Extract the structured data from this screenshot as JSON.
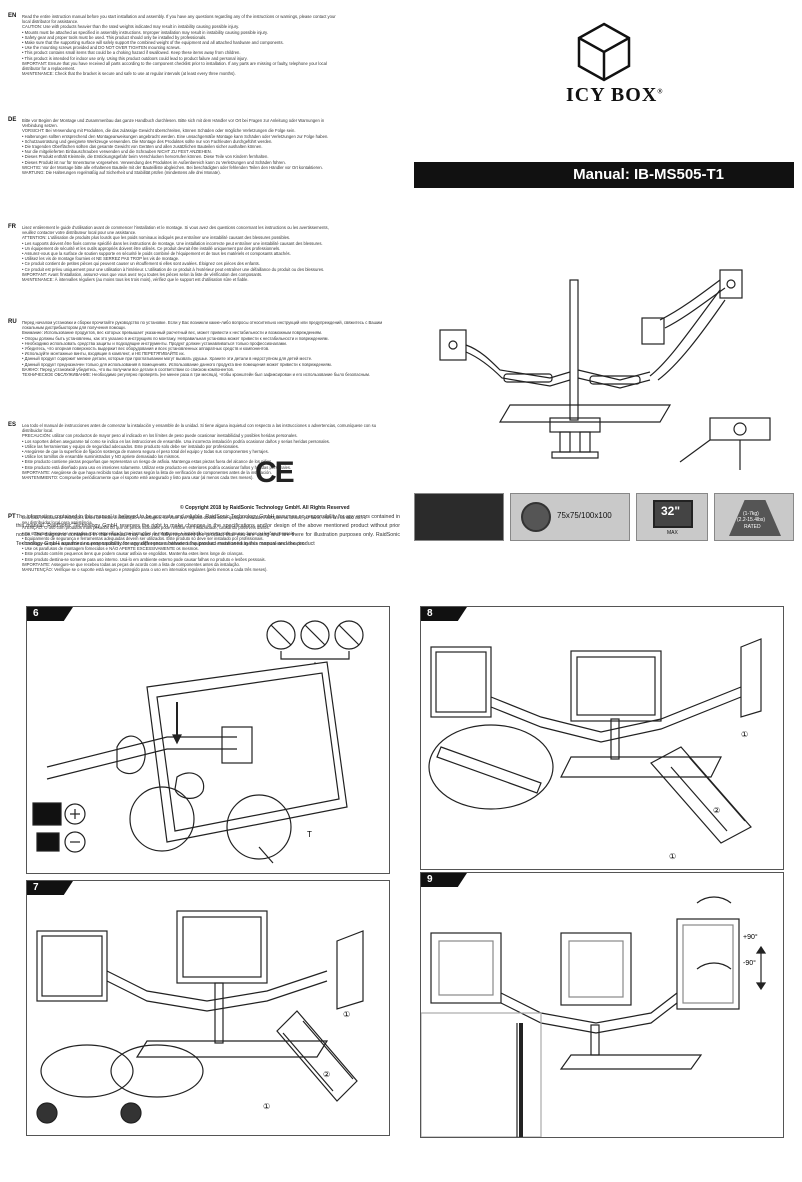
{
  "safety": [
    {
      "code": "EN",
      "lines": [
        "Read the entire instruction manual before you start installation and assembly. If you have any questions regarding any of the instructions or warnings, please contact your",
        "local distributor for assistance.",
        "CAUTION: Use with products heavier than the rated weights indicated may result in instability causing possible injury.",
        "• Mounts must be attached as specified in assembly instructions. Improper installation may result in instability causing possible injury.",
        "• Safety gear and proper tools must be used. This product should only be installed by professionals.",
        "• Make sure that the supporting surface will safely support the combined weight of the equipment and all attached hardware and components.",
        "• Use the mounting screws provided and DO NOT OVER TIGHTEN mounting screws.",
        "• This product contains small items that could be a choking hazard if swallowed. Keep these items away from children.",
        "• This product is intended for indoor use only. Using this product outdoors could lead to product failure and personal injury.",
        "IMPORTANT: Ensure that you have received all parts according to the component checklist prior to installation. If any parts are missing or faulty, telephone your local",
        "distributor for a replacement.",
        "MAINTENANCE: Check that the bracket is secure and safe to use at regular intervals (at least every three months)."
      ]
    },
    {
      "code": "DE",
      "lines": [
        "Bitte vor Beginn der Montage und Zusammenbau das ganze Handbuch durchlesen. Bitte sich mit dem Händler vor Ort bei Fragen zur Anleitung oder Warnungen in",
        "Verbindung setzen.",
        "VORSICHT: Bei Verwendung mit Produkten, die das zulässige Gewicht überschreiten, können Schäden oder mögliche Verletzungen die Folge sein.",
        "• Halterungen sollten entsprechend den Montageanweisungen angebracht werden. Eine unsachgemäße Montage kann Schäden oder Verletzungen zur Folge haben.",
        "• Schutzausrüstung und geeignete Werkzeuge verwenden. Die Montage des Produktes sollte nur von Fachleuten durchgeführt werden.",
        "• Die tragenden Oberflächen sollten das gesamte Gewicht von Geräten und allen zusätzlichen Bauteilen sicher aushalten können.",
        "• Nur die mitgelieferten Einbauschrauben verwenden und die Schrauben NICHT ZU FEST ANZIEHEN.",
        "• Dieses Produkt enthält Kleinteile, die Erstickungsgefahr beim Verschlucken hervorrufen können. Diese Teile von Kindern fernhalten.",
        "• Dieses Produkt ist nur für Innenräume vorgesehen. Verwendung des Produktes im Außenbereich kann zu Verletzungen und Schäden führen.",
        "WICHTIG: Vor der Montage bitte alle erhaltenen Bauteile mit der Bauteilliste abgleichen. Bei beschädigten oder fehlenden Teilen den Händler vor Ort kontaktieren.",
        "WARTUNG: Die Halterungen regelmäßig auf Sicherheit und Stabilität prüfen (mindestens alle drei Monate)."
      ]
    },
    {
      "code": "FR",
      "lines": [
        "Lisez entièrement le guide d'utilisation avant de commencer l'installation et le montage. Si vous avez des questions concernant les instructions ou les avertissements,",
        "veuillez contacter votre distributeur local pour une assistance.",
        "ATTENTION: L'utilisation de produits plus lourds que les poids nominaux indiqués peut entraîner une instabilité causant des blessures possibles.",
        "• Les supports doivent être fixés comme spécifié dans les instructions de montage. Une installation incorrecte peut entraîner une instabilité causant des blessures.",
        "• Un équipement de sécurité et les outils appropriés doivent être utilisés. Ce produit devrait être installé uniquement par des professionnels.",
        "• Assurez-vous que la surface de soutien supporte en sécurité le poids combiné de l'équipement et de tous les matériels et composants attachés.",
        "• Utilisez les vis de montage fournies et NE SERREZ PAS TROP les vis de montage.",
        "• Ce produit contient de petites pièces qui peuvent causer un étouffement si elles sont avalées. Éloignez ces pièces des enfants.",
        "• Ce produit est prévu uniquement pour une utilisation à l'intérieur. L'utilisation de ce produit à l'extérieur peut entraîner une défaillance du produit ou des blessures.",
        "IMPORTANT: Avant l'installation, assurez-vous que vous avez reçu toutes les pièces selon la liste de vérification des composants.",
        "MAINTENANCE: À intervalles réguliers (au moins tous les trois mois), vérifiez que le support est d'utilisation sûre et fiable."
      ]
    },
    {
      "code": "RU",
      "lines": [
        "Перед началом установки и сборки прочитайте руководство по установке. Если у Вас возникли какие-либо вопросы относительно инструкций или предупреждений, свяжитесь с Вашим",
        "локальным дистрибьютором для получения помощи.",
        "Внимание: Использование продуктов, вес которых превышает указанный расчетный вес, может привести к нестабильности и возможным повреждениям.",
        "• Опоры должны быть установлены, как это указано в инструкциях по монтажу. Неправильная установка может привести к нестабильности и повреждениям.",
        "• Необходимо использовать средства защиты и подходящие инструменты. Продукт должен устанавливаться только профессионалами.",
        "• Убедитесь, что опорная поверхность выдержит вес оборудования и всех установленных аппаратных средств и компонентов.",
        "• Используйте монтажные винты, входящие в комплект, и НЕ ПЕРЕТЯГИВАЙТЕ их.",
        "• Данный продукт содержит мелкие детали, которые при проглатывании могут вызвать удушье. Храните эти детали в недоступном для детей месте.",
        "• Данный продукт предназначен только для использования в помещениях. Использование данного продукта вне помещения может привести к повреждениям.",
        "ВАЖНО: Перед установкой убедитесь, что вы получили все детали в соответствии со списком компонентов.",
        "ТЕХНИЧЕСКОЕ ОБСЛУЖИВАНИЕ: Необходимо регулярно проверять (не менее раза в три месяца), чтобы кронштейн был зафиксирован и его использование было безопасным."
      ]
    },
    {
      "code": "ES",
      "lines": [
        "Lea todo el manual de instrucciones antes de comenzar la instalación y ensamble de la unidad. Si tiene alguna inquietud con respecto a las instrucciones o advertencias, comuníquese con su",
        "distribuidor local.",
        "PRECAUCIÓN: utilizar con productos de mayor peso al indicado en los límites de peso puede ocasionar inestabilidad y posibles heridas personales.",
        "• Los soportes deben asegurarse tal como se indica en las instrucciones de ensamble. Una incorrecta instalación podría ocasionar daños y serias heridas personales.",
        "• Utilice las herramientas y equipo de seguridad adecuados. Este producto solo debe ser instalado por profesionales.",
        "• Asegúrese de que la superficie de fijación sostenga de manera segura el peso total del equipo y todas sus componentes y herrajes.",
        "• Utilice los tornillos de ensamble suministrados y NO apriete demasiado los mismos.",
        "• Este producto contiene piezas pequeñas que representan un riesgo de asfixia. Mantenga estas piezas fuera del alcance de los niños.",
        "• Este producto está diseñado para uso en interiores solamente. Utilizar este producto en exteriores podría ocasionar fallos y heridas personales.",
        "IMPORTANTE: Asegúrese de que haya recibido todas las piezas según la lista de verificación de componentes antes de la instalación.",
        "MANTENIMIENTO: Compruebe periódicamente que el soporte esté asegurado y listo para usar (al menos cada tres meses)."
      ]
    },
    {
      "code": "PT",
      "lines": [
        "Leia todo o manual de instruções antes de iniciar a instalação e montagem. Se você tiver alguma dúvida sobre qualquer uma das instruções ou avisos, por favor, entre em contato com o",
        "seu distribuidor local para assistência.",
        "ATENÇÃO: O uso com produtos mais pesados do que os pesos indicados pode resultar em instabilidade, causando possíveis danos.",
        "• Os suportes devem ser anexados como especificado nas instruções de montagem. A instalação incorreta pode causar danos ou lesões pessoais.",
        "• Equipamento de segurança e ferramentas adequadas devem ser utilizados. Este produto só deve ser instalado por profissionais.",
        "• Certifique-se que a superfície de suporte suportará com segurança o peso combinado do equipamento e todas as ferragens e componentes anexados.",
        "• Use os parafusos de montagem fornecidos e NÃO APERTE EXCESSIVAMENTE os mesmos.",
        "• Este produto contém pequenos itens que podem causar asfixia se engolidos. Mantenha estes itens longe de crianças.",
        "• Este produto destina-se somente para uso interno. Usá-lo em ambiente externo pode causar falhas no produto e lesões pessoais.",
        "IMPORTANTE: Assegure-se que recebeu todas as peças de acordo com a lista de componentes antes da instalação.",
        "MANUTENÇÃO: Verifique se o suporte está seguro e protegido para o uso em intervalos regulares (pelo menos a cada três meses)."
      ]
    }
  ],
  "ce_mark": "CE",
  "copyright": "© Copyright 2018 by RaidSonic Technology GmbH. All Rights Reserved",
  "legal": "The information contained in this manual is believed to be accurate and reliable. RaidSonic Technology GmbH assumes no responsibility for any errors contained in this manual. RaidSonic Technology GmbH reserves the right to make changes in the specifications and/or design of the above mentioned product without prior notice. The diagrams contained in this manual may also not fully represent the product that you are using and are there for illustration purposes only. RaidSonic Technology GmbH assumes no responsibility for any differences between the product mentioned in this manual and the product",
  "brand": {
    "name": "ICY BOX",
    "reg": "®"
  },
  "manual_title": "Manual: IB-MS505-T1",
  "specs": {
    "vesa": "75x75/100x100",
    "screen_size": "32\"",
    "screen_note": "MAX",
    "weight_line1": "(1-7kg)",
    "weight_line2": "(2.2-15.4lbs)",
    "weight_line3": "RATED"
  },
  "steps": [
    {
      "num": "6"
    },
    {
      "num": "7"
    },
    {
      "num": "8"
    },
    {
      "num": "9"
    }
  ],
  "step6_labels": {
    "tool": "T"
  },
  "step8_labels": {
    "c1a": "①",
    "c2": "②",
    "c1b": "①"
  },
  "step7_labels": {
    "c1": "①",
    "c2": "②",
    "c1b": "①"
  },
  "step9_labels": {
    "plus": "+90°",
    "minus": "-90°"
  },
  "colors": {
    "title_bar": "#111111",
    "spec_bg": "#c9c9c9"
  }
}
